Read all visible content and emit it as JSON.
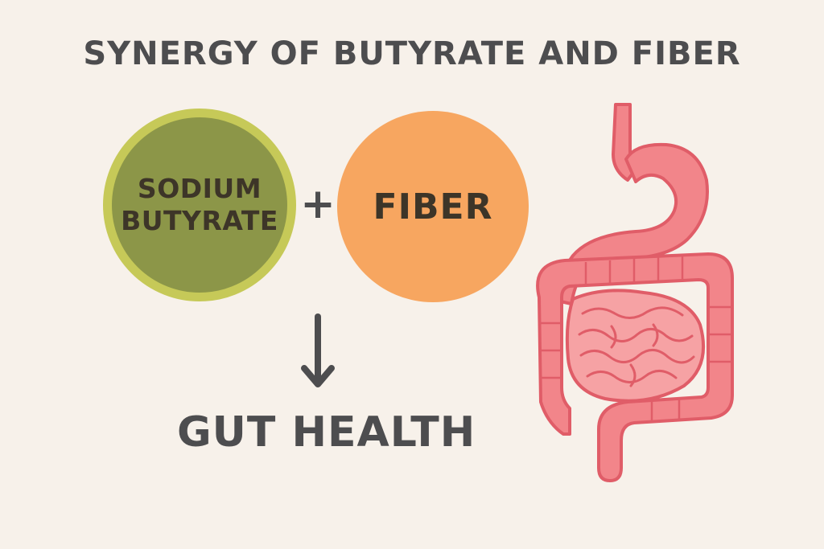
{
  "title": "SYNERGY OF BUTYRATE AND FIBER",
  "ingredient_1": {
    "line_1": "SODIUM",
    "line_2": "BUTYRATE"
  },
  "operator": "+",
  "ingredient_2": "FIBER",
  "result": "GUT HEALTH",
  "colors": {
    "background": "#f7f1ea",
    "butyrate_fill": "#8c9648",
    "butyrate_ring": "#c6c958",
    "fiber_fill": "#f7a660",
    "organ_fill": "#f2858a",
    "organ_outline": "#e05d68",
    "text": "#4d4d4f"
  },
  "icons": [
    "down-arrow-icon",
    "digestive-system-icon"
  ]
}
